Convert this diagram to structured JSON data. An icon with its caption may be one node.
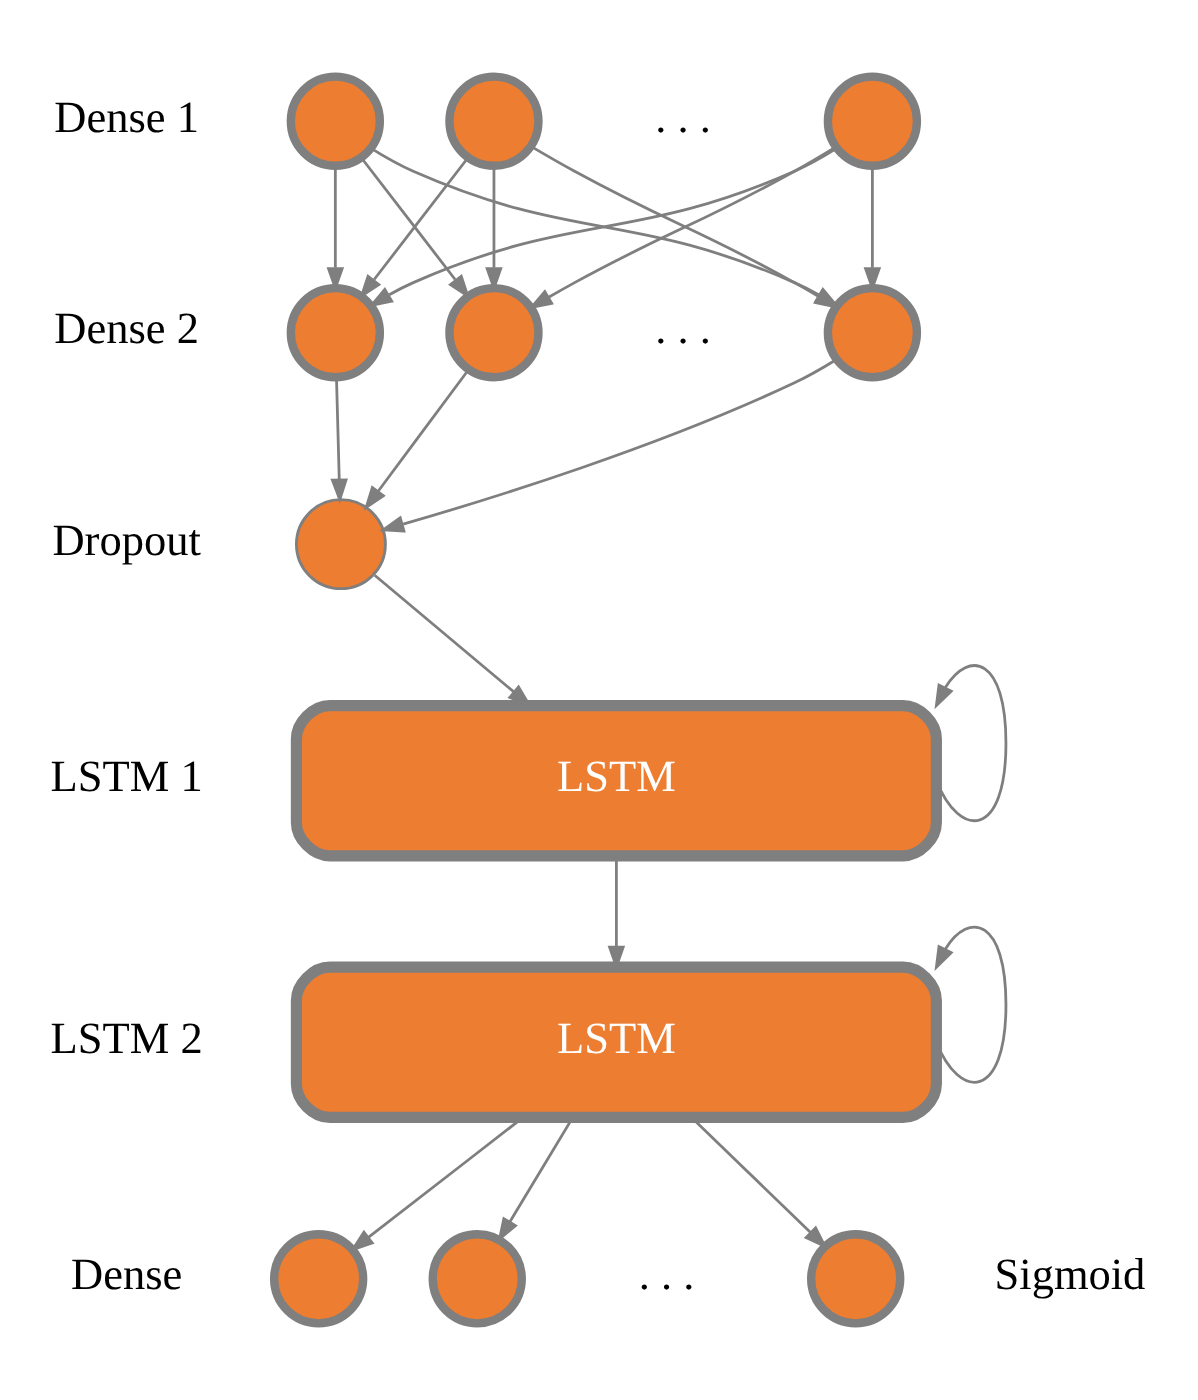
{
  "diagram": {
    "nodes": [
      {
        "text": [],
        "shape": "circle"
      },
      {
        "text": [],
        "shape": "circle"
      },
      {
        "text": [],
        "shape": "circle"
      },
      {
        "text": [],
        "shape": "circle"
      },
      {
        "text": [],
        "shape": "circle"
      },
      {
        "text": [],
        "shape": "circle"
      },
      {
        "text": [],
        "shape": "circle"
      },
      {
        "text": [
          "LSTM"
        ]
      },
      {
        "text": [
          "LSTM"
        ]
      },
      {
        "text": [],
        "shape": "circle"
      },
      {
        "text": [],
        "shape": "circle"
      },
      {
        "text": [],
        "shape": "circle"
      }
    ],
    "edges": [
      {
        "from": 0,
        "to": 3,
        "arrow": "to"
      },
      {
        "from": 0,
        "to": 4,
        "arrow": "to"
      },
      {
        "from": 0,
        "to": 5,
        "arrow": "to"
      },
      {
        "from": 1,
        "to": 3,
        "arrow": "to"
      },
      {
        "from": 1,
        "to": 4,
        "arrow": "to"
      },
      {
        "from": 1,
        "to": 5,
        "arrow": "to"
      },
      {
        "from": 2,
        "to": 3,
        "arrow": "to"
      },
      {
        "from": 2,
        "to": 4,
        "arrow": "to"
      },
      {
        "from": 2,
        "to": 5,
        "arrow": "to"
      },
      {
        "from": 3,
        "to": 6,
        "arrow": "to"
      },
      {
        "from": 4,
        "to": 6,
        "arrow": "to"
      },
      {
        "from": 5,
        "to": 6,
        "arrow": "to"
      },
      {
        "from": 6,
        "to": 7,
        "arrow": "to"
      },
      {
        "from": 7,
        "to": 7,
        "arrow": "to"
      },
      {
        "from": 7,
        "to": 8,
        "arrow": "to"
      },
      {
        "from": 8,
        "to": 8,
        "arrow": "to"
      },
      {
        "from": 8,
        "to": 9,
        "arrow": "to"
      },
      {
        "from": 8,
        "to": 10,
        "arrow": "to"
      },
      {
        "from": 8,
        "to": 11,
        "arrow": "to"
      }
    ],
    "labels": [
      "Dense 1",
      ". . .",
      "Dense 2",
      ". . .",
      "Dropout",
      "LSTM 1",
      "LSTM 2",
      "Dense",
      ". . .",
      "Sigmoid"
    ]
  }
}
